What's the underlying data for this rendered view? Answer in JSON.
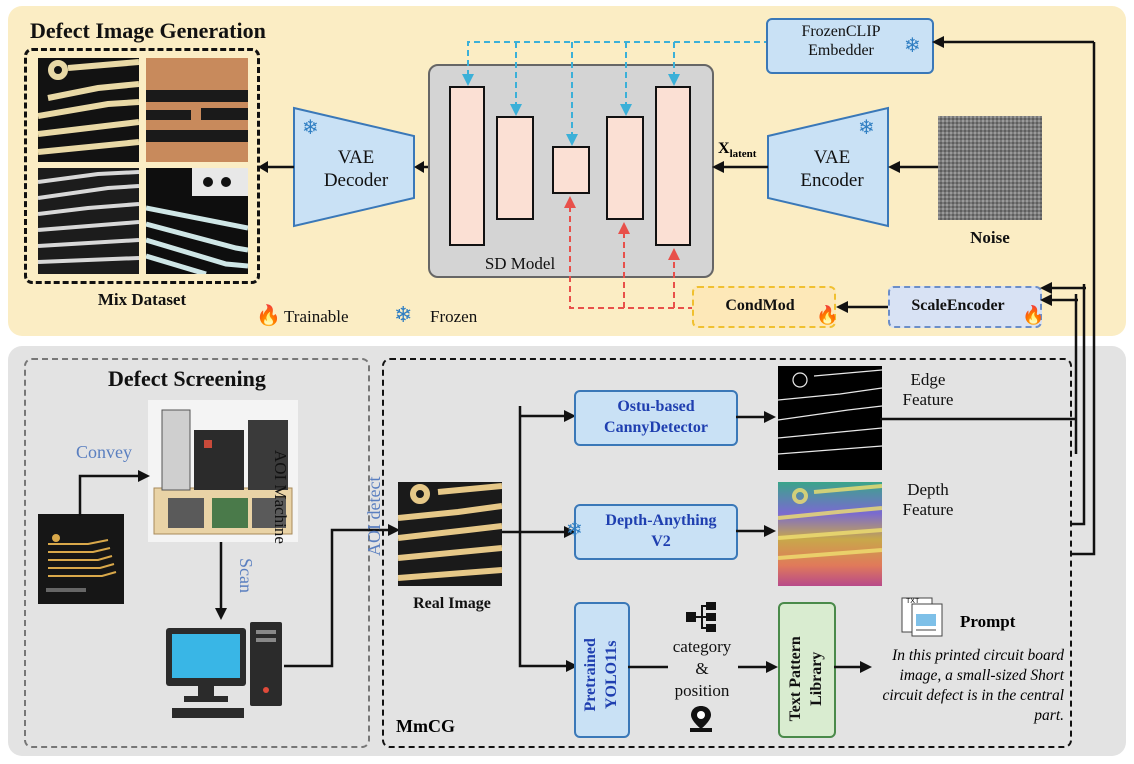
{
  "generation": {
    "title": "Defect Image Generation",
    "mix_dataset": "Mix Dataset",
    "vae_decoder": "VAE\nDecoder",
    "vae_encoder": "VAE\nEncoder",
    "sd_model": "SD Model",
    "clip": "FrozenCLIP\nEmbedder",
    "noise": "Noise",
    "x_latent_main": "X",
    "x_latent_sub": "latent",
    "condmod": "CondMod",
    "scale_encoder": "ScaleEncoder",
    "legend_trainable": "Trainable",
    "legend_frozen": "Frozen"
  },
  "screening": {
    "title": "Defect Screening",
    "convey": "Convey",
    "aoi_machine": "AOI Machine",
    "scan": "Scan",
    "aoi_detect": "AOI detect"
  },
  "mmcg": {
    "title": "MmCG",
    "real_image": "Real Image",
    "canny": "Ostu-based\nCannyDetector",
    "depth_model": "Depth-Anything\nV2",
    "yolo": "Pretrained\nYOLO11s",
    "edge_feature": "Edge\nFeature",
    "depth_feature": "Depth\nFeature",
    "category_position": "category\n&\nposition",
    "text_pattern": "Text Pattern\nLibrary",
    "prompt_title": "Prompt",
    "prompt_text": "In this printed circuit board image, a small-sized Short circuit defect is in the central part.",
    "txt_tag": "TXT"
  },
  "icons": [
    "snowflake-icon",
    "fire-icon",
    "computer-icon",
    "aoi-machine-photo",
    "tree-icon",
    "map-pin-icon",
    "document-icon"
  ],
  "colors": {
    "top_panel": "#fbedc4",
    "bottom_panel": "#e3e3e3",
    "blue_box": "#c9e1f5",
    "cond_box": "#fde8b8",
    "green_box": "#d9ecd0",
    "unet_block": "#fbe0d4",
    "cyan_arrow": "#3bb0d8",
    "red_arrow": "#e8504a"
  }
}
